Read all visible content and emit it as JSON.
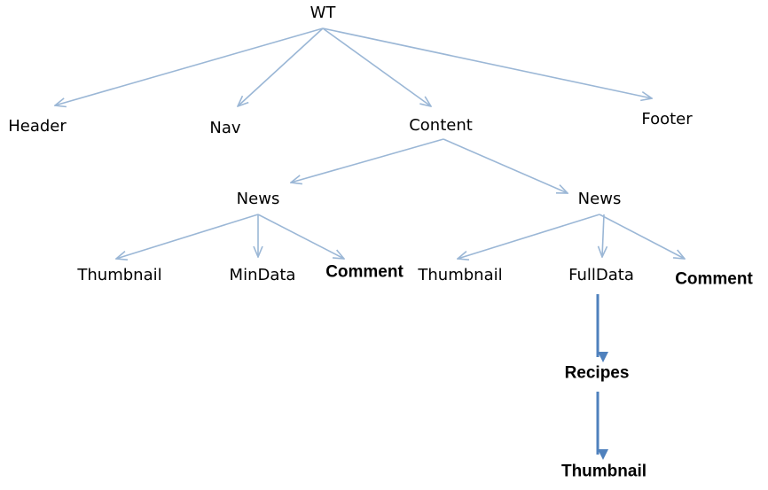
{
  "colors": {
    "edge": "#9bb7d6",
    "edge_strong": "#4f81bd",
    "text": "#000000"
  },
  "nodes": {
    "wt": "WT",
    "header": "Header",
    "nav": "Nav",
    "content": "Content",
    "footer": "Footer",
    "news_left": "News",
    "news_right": "News",
    "thumbnail_left": "Thumbnail",
    "mindata": "MinData",
    "comment_left": "Comment",
    "thumbnail_right": "Thumbnail",
    "fulldata": "FullData",
    "comment_right": "Comment",
    "recipes": "Recipes",
    "thumbnail_bottom": "Thumbnail"
  },
  "edges": [
    {
      "from": "wt",
      "to": "header"
    },
    {
      "from": "wt",
      "to": "nav"
    },
    {
      "from": "wt",
      "to": "content"
    },
    {
      "from": "wt",
      "to": "footer"
    },
    {
      "from": "content",
      "to": "news_left"
    },
    {
      "from": "content",
      "to": "news_right"
    },
    {
      "from": "news_left",
      "to": "thumbnail_left"
    },
    {
      "from": "news_left",
      "to": "mindata"
    },
    {
      "from": "news_left",
      "to": "comment_left"
    },
    {
      "from": "news_right",
      "to": "thumbnail_right"
    },
    {
      "from": "news_right",
      "to": "fulldata"
    },
    {
      "from": "news_right",
      "to": "comment_right"
    },
    {
      "from": "fulldata",
      "to": "recipes",
      "strong": true
    },
    {
      "from": "recipes",
      "to": "thumbnail_bottom",
      "strong": true
    }
  ]
}
